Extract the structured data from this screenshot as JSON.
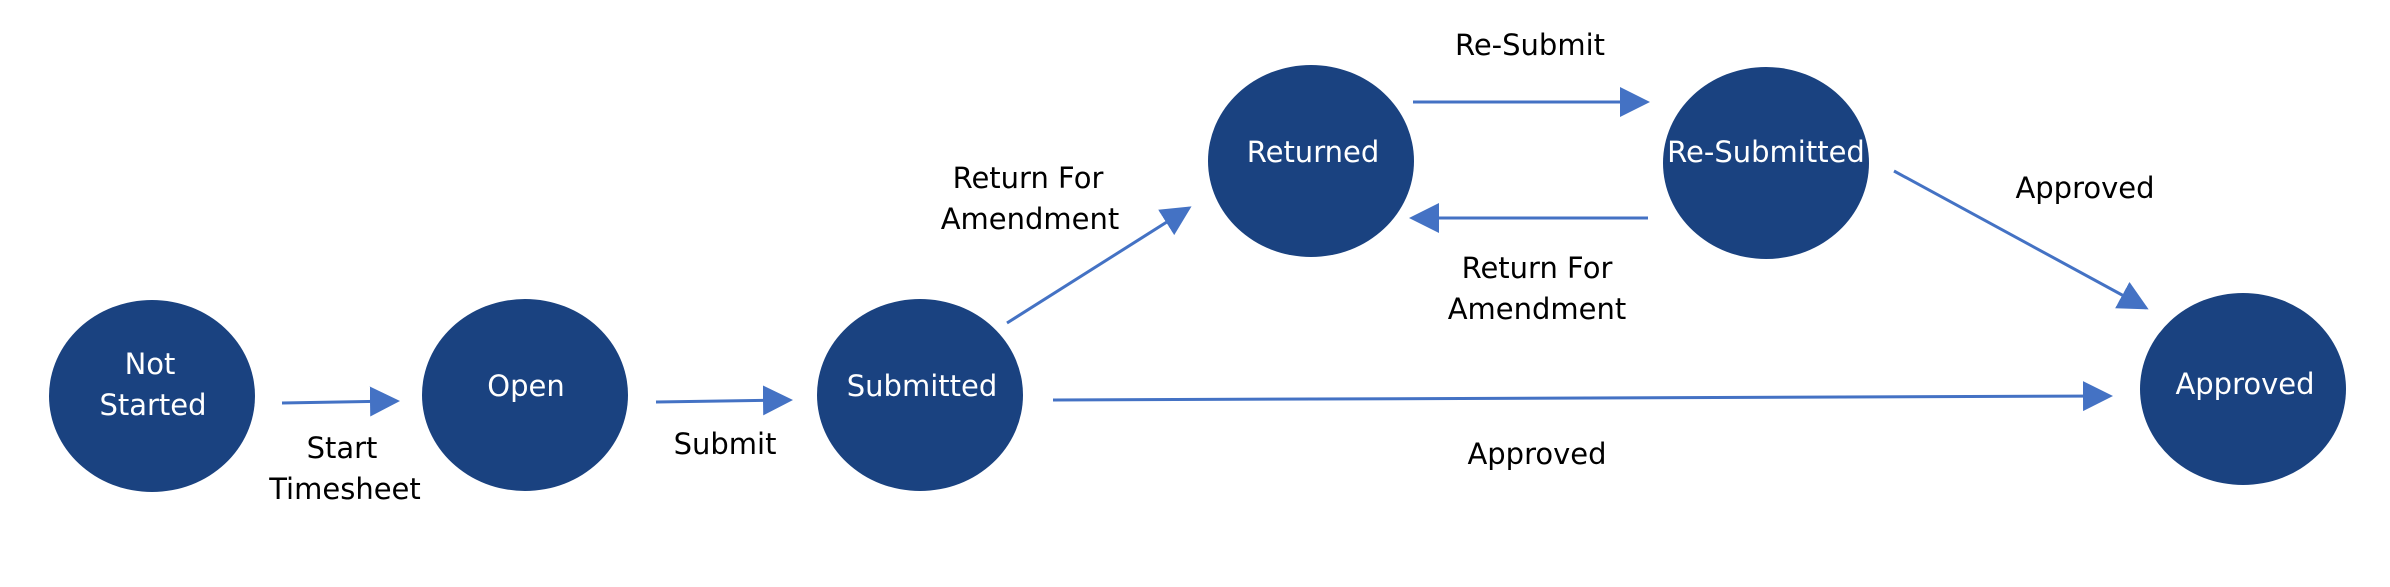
{
  "colors": {
    "node_fill": "#1a4280",
    "node_text": "#ffffff",
    "arrow": "#4472c4",
    "edge_text": "#000000",
    "background": "#ffffff"
  },
  "nodes": {
    "not_started": {
      "line1": "Not",
      "line2": "Started"
    },
    "open": {
      "label": "Open"
    },
    "submitted": {
      "label": "Submitted"
    },
    "returned": {
      "label": "Returned"
    },
    "resubmitted": {
      "label": "Re-Submitted"
    },
    "approved": {
      "label": "Approved"
    }
  },
  "edges": {
    "start_timesheet": {
      "line1": "Start",
      "line2": "Timesheet"
    },
    "submit": {
      "label": "Submit"
    },
    "return_for_amendment_1": {
      "line1": "Return For",
      "line2": "Amendment"
    },
    "resubmit": {
      "label": "Re-Submit"
    },
    "return_for_amendment_2": {
      "line1": "Return For",
      "line2": "Amendment"
    },
    "approved_from_resubmitted": {
      "label": "Approved"
    },
    "approved_from_submitted": {
      "label": "Approved"
    }
  }
}
